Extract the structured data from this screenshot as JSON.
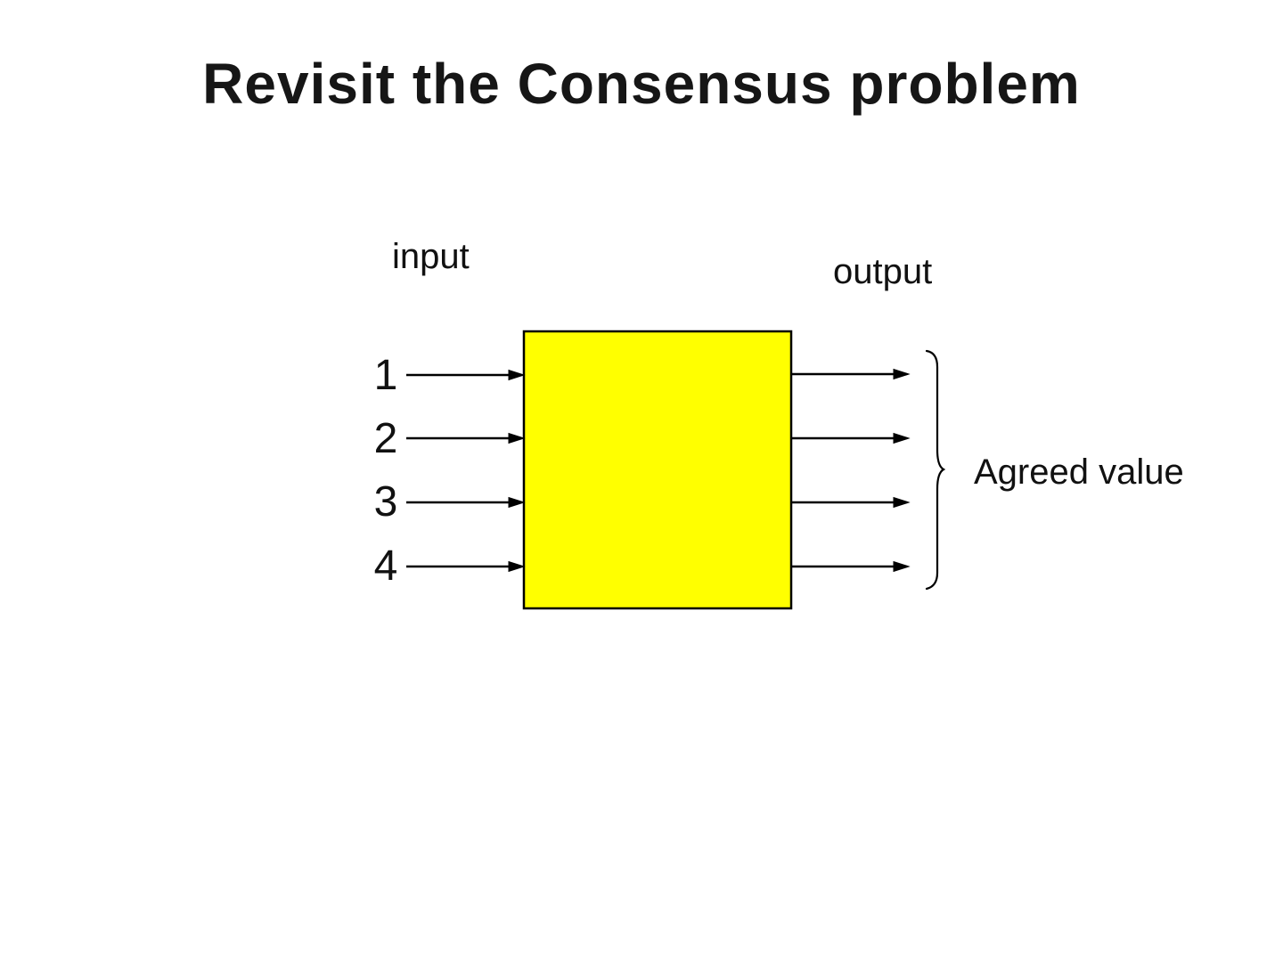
{
  "slide": {
    "title": "Revisit the Consensus problem",
    "background_color": "#ffffff",
    "text_color": "#161616"
  },
  "diagram": {
    "input_label": "input",
    "output_label": "output",
    "process_ids": [
      "1",
      "2",
      "3",
      "4"
    ],
    "agreed_value_label": "Agreed value",
    "box": {
      "fill": "#ffff00",
      "stroke": "#000000"
    },
    "arrow_color": "#000000"
  }
}
